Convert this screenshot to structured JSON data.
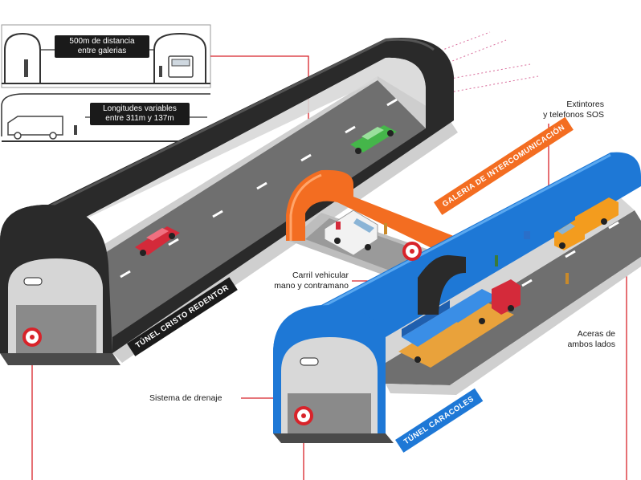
{
  "callouts": {
    "distance": "500m de distancia\nentre galerias",
    "lengths": "Longitudes variables\nentre 311m y 137m",
    "extinguishers": "Extintores\ny telefonos SOS",
    "lane": "Carril vehicular\nmano y contramano",
    "sidewalks": "Aceras de\nambos lados",
    "drainage": "Sistema de drenaje"
  },
  "signs": {
    "tunnel_left": "TÚNEL CRISTO REDENTOR",
    "tunnel_right": "TÚNEL CARACOLES",
    "gallery": "GALERIA DE INTERCOMUNICACIÓN"
  },
  "colors": {
    "red_accent": "#d8232a",
    "blue_tunnel": "#1e78d6",
    "orange_gallery": "#f36d21",
    "dark_tunnel": "#2a2a2a",
    "road": "#6f6f6f",
    "sidewalk": "#d9d9d9"
  }
}
